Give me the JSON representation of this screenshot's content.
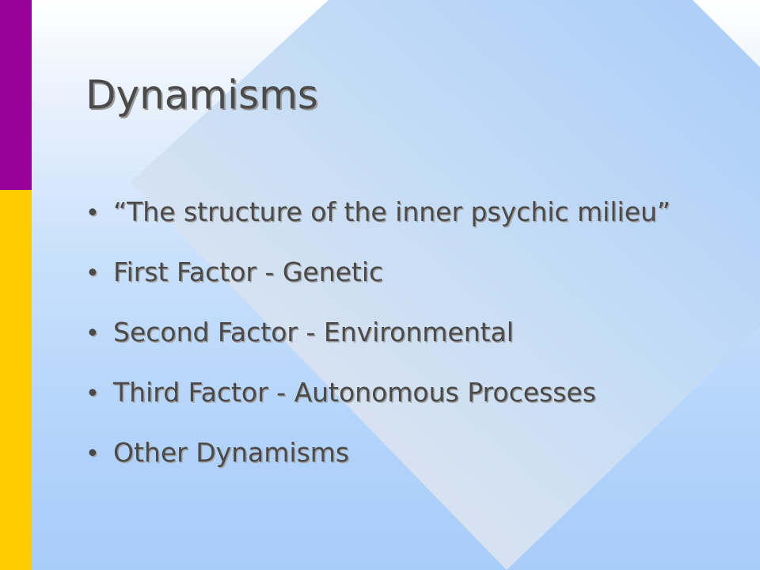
{
  "slide": {
    "title": "Dynamisms",
    "bullet_symbol": "•",
    "bullets": [
      "“The structure of the inner psychic milieu”",
      "First Factor - Genetic",
      "Second Factor - Environmental",
      "Third Factor - Autonomous Processes",
      "Other Dynamisms"
    ]
  },
  "colors": {
    "accent_bar_top": "#990099",
    "accent_bar_bottom": "#ffcc00",
    "text": "#4a4a4a",
    "text_shadow": "#9a9a9a",
    "background": "#b3d4fb",
    "diamond_light": "#e9e7ea",
    "diamond_blue": "#a9cdf9"
  }
}
